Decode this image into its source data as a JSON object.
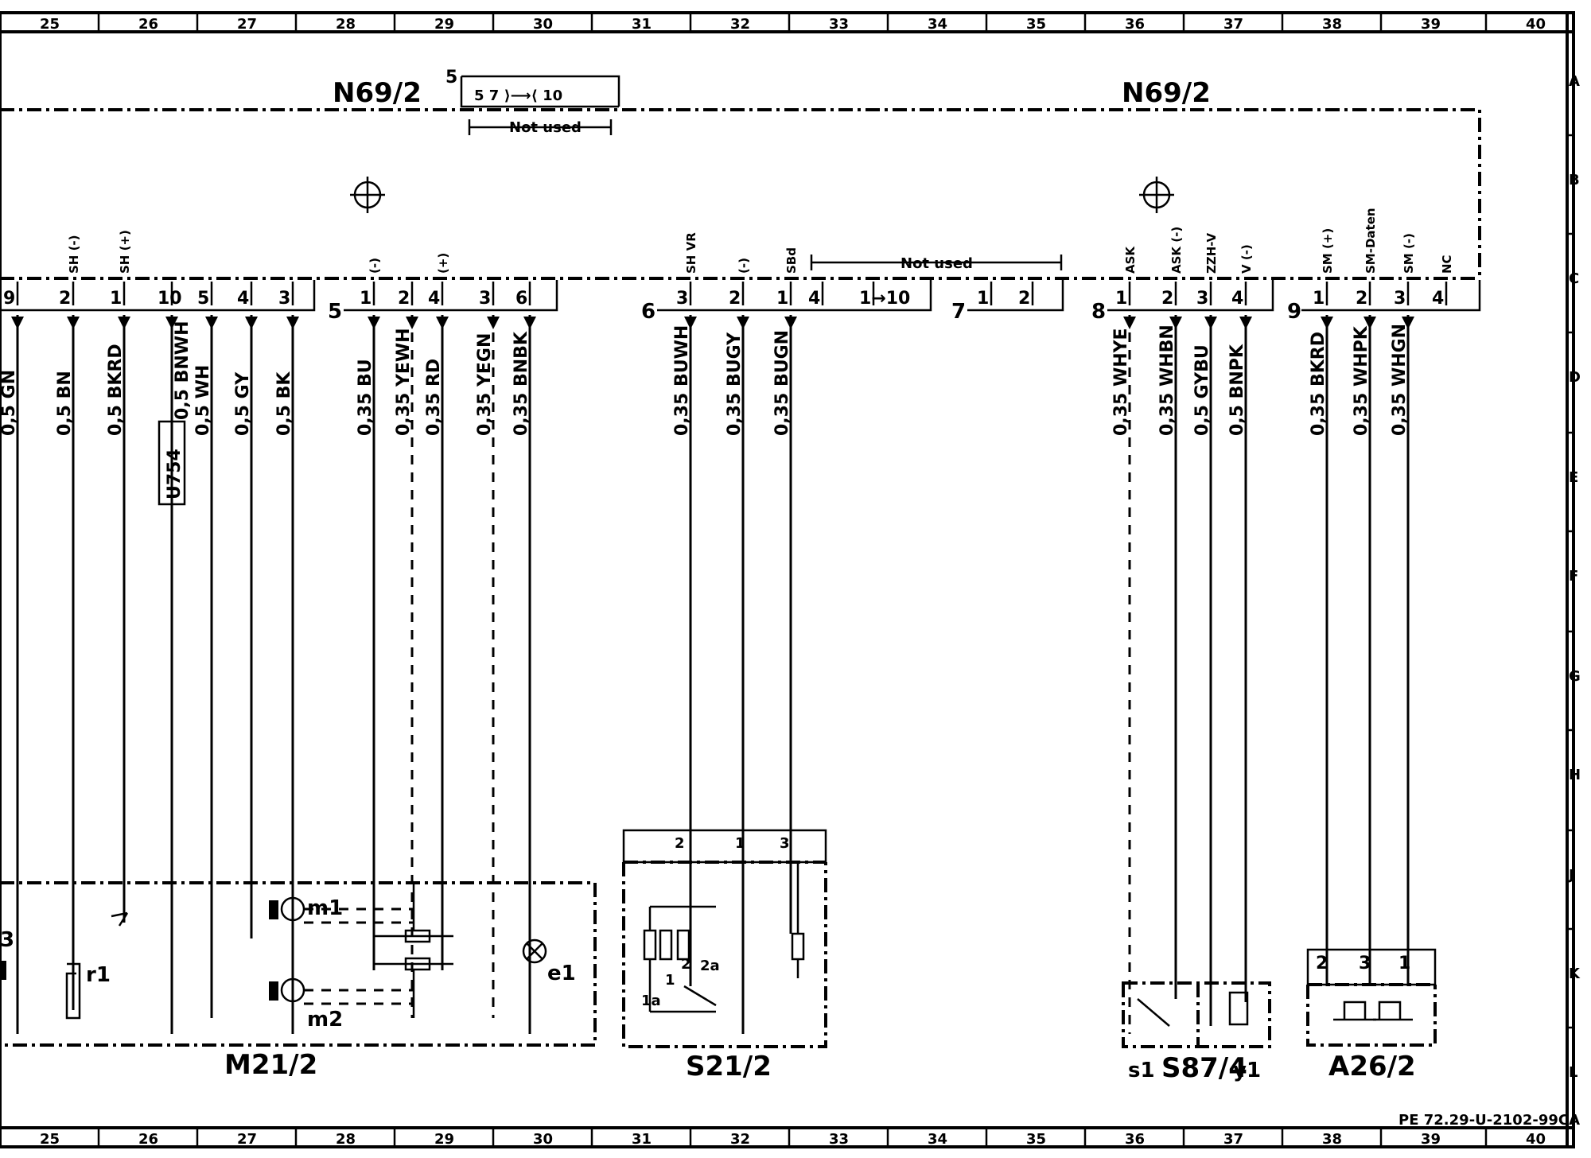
{
  "grid": {
    "columns": [
      "25",
      "26",
      "27",
      "28",
      "29",
      "30",
      "31",
      "32",
      "33",
      "34",
      "35",
      "36",
      "37",
      "38",
      "39",
      "40"
    ],
    "rows": [
      "A",
      "B",
      "C",
      "D",
      "E",
      "F",
      "G",
      "H",
      "J",
      "K",
      "L"
    ]
  },
  "components": {
    "n69_left": "N69/2",
    "n69_right": "N69/2",
    "m21": "M21/2",
    "s21": "S21/2",
    "s87": "S87/4",
    "a26": "A26/2",
    "s1": "s1",
    "y1": "y1",
    "m1": "m1",
    "m2": "m2",
    "r1": "r1",
    "e1": "e1",
    "partial_left": "3"
  },
  "not_used": {
    "top_label": "Not used",
    "top_connector_num": "5",
    "top_pins": "5   7   ⟩⟶⟨ 10",
    "mid_label": "Not used"
  },
  "connectors": [
    {
      "num": "",
      "pins": [
        "9",
        "2",
        "1",
        "10",
        "5",
        "4",
        "3"
      ]
    },
    {
      "num": "5",
      "pins": [
        "1",
        "2",
        "4",
        "3",
        "6"
      ]
    },
    {
      "num": "6",
      "pins": [
        "3",
        "2",
        "1",
        "4",
        "1→10"
      ]
    },
    {
      "num": "7",
      "pins": [
        "1",
        "2"
      ]
    },
    {
      "num": "8",
      "pins": [
        "1",
        "2",
        "3",
        "4"
      ]
    },
    {
      "num": "9",
      "pins": [
        "1",
        "2",
        "3",
        "4"
      ]
    }
  ],
  "signals": [
    "SH (-)",
    "SH (+)",
    "(-)",
    "(+)",
    "SH VR",
    "(-)",
    "SBd",
    "ASK",
    "ASK (-)",
    "ZZH-V",
    "V (-)",
    "SM (+)",
    "SM-Daten",
    "SM (-)",
    "NC"
  ],
  "wires": [
    "0,5 GN",
    "0,5 BN",
    "0,5 BKRD",
    "0,5 BNWH",
    "0,5 WH",
    "0,5 GY",
    "0,5 BK",
    "0,35 BU",
    "0,35 YEWH",
    "0,35 RD",
    "0,35 YEGN",
    "0,35 BNBK",
    "0,35 BUWH",
    "0,35 BUGY",
    "0,35 BUGN",
    "0,35 WHYE",
    "0,35 WHBN",
    "0,5 GYBU",
    "0,5 BNPK",
    "0,35 BKRD",
    "0,35 WHPK",
    "0,35 WHGN"
  ],
  "splice": "U754",
  "s21_pins": [
    "2",
    "1",
    "3",
    "2",
    "1",
    "1a",
    "2a"
  ],
  "a26_pins": [
    "2",
    "3",
    "1"
  ],
  "doc_ref": "PE 72.29-U-2102-99CA"
}
